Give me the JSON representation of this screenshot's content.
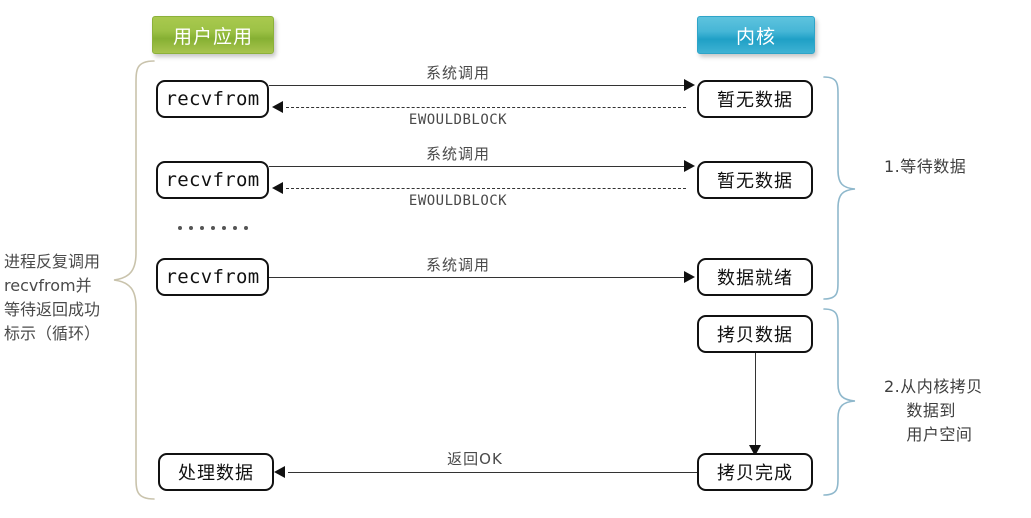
{
  "diagram": {
    "title_hidden": "",
    "columns": {
      "user_app": {
        "label": "用户应用",
        "color": "#9dc246"
      },
      "kernel": {
        "label": "内核",
        "color": "#2ea4c8"
      }
    },
    "left_note": "进程反复调用\nrecvfrom并\n等待返回成功\n标示（循环）",
    "rows": [
      {
        "left_box": "recvfrom",
        "right_box": "暂无数据",
        "forward_label": "系统调用",
        "return_label": "EWOULDBLOCK"
      },
      {
        "left_box": "recvfrom",
        "right_box": "暂无数据",
        "forward_label": "系统调用",
        "return_label": "EWOULDBLOCK"
      },
      {
        "left_box": "recvfrom",
        "right_box": "数据就绪",
        "forward_label": "系统调用",
        "return_label": ""
      }
    ],
    "ellipsis_dot_count": 7,
    "copy_stage": {
      "start_box": "拷贝数据",
      "end_box": "拷贝完成",
      "result_box": "处理数据",
      "return_label": "返回OK"
    },
    "annotations": [
      {
        "text": "1.等待数据"
      },
      {
        "text": "2.从内核拷贝\n    数据到\n    用户空间"
      }
    ],
    "colors": {
      "node_border": "#111111",
      "line": "#333333",
      "label_text": "#4a4a4a",
      "left_brace": "#c9c3ac",
      "right_brace": "#8fb8cc"
    }
  }
}
